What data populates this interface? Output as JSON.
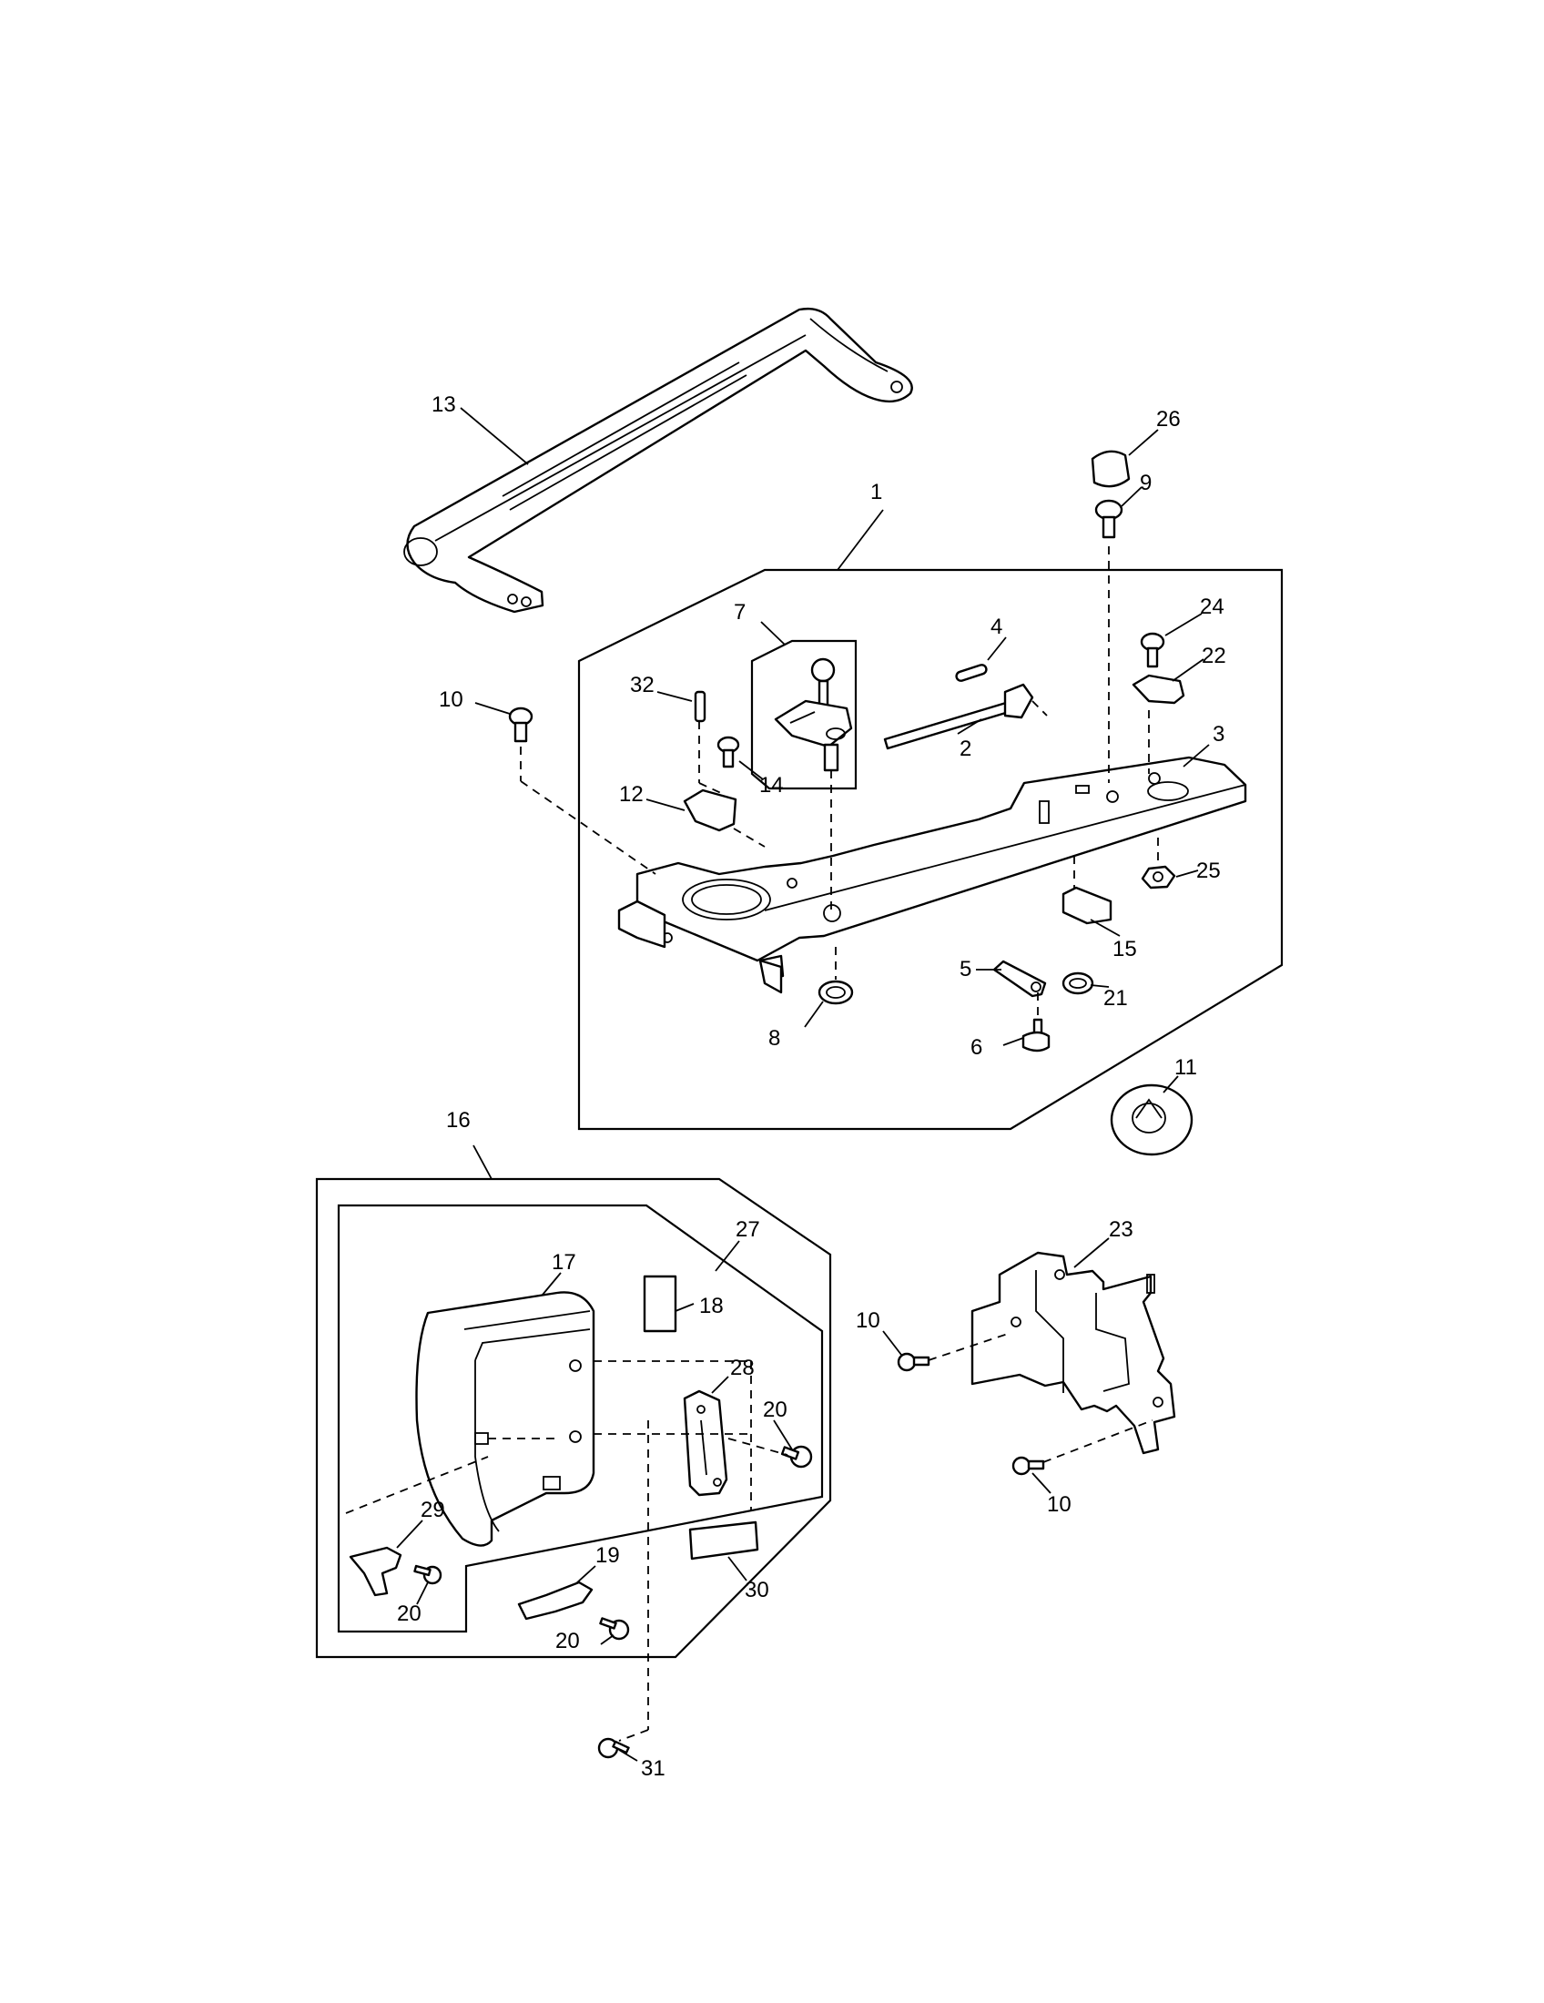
{
  "callouts": [
    {
      "id": "13",
      "text": "13"
    },
    {
      "id": "26",
      "text": "26"
    },
    {
      "id": "9",
      "text": "9"
    },
    {
      "id": "1",
      "text": "1"
    },
    {
      "id": "7",
      "text": "7"
    },
    {
      "id": "4",
      "text": "4"
    },
    {
      "id": "24",
      "text": "24"
    },
    {
      "id": "22",
      "text": "22"
    },
    {
      "id": "32",
      "text": "32"
    },
    {
      "id": "10a",
      "text": "10"
    },
    {
      "id": "2",
      "text": "2"
    },
    {
      "id": "3",
      "text": "3"
    },
    {
      "id": "14",
      "text": "14"
    },
    {
      "id": "12",
      "text": "12"
    },
    {
      "id": "25",
      "text": "25"
    },
    {
      "id": "15",
      "text": "15"
    },
    {
      "id": "5",
      "text": "5"
    },
    {
      "id": "21",
      "text": "21"
    },
    {
      "id": "8",
      "text": "8"
    },
    {
      "id": "6",
      "text": "6"
    },
    {
      "id": "11",
      "text": "11"
    },
    {
      "id": "16",
      "text": "16"
    },
    {
      "id": "27",
      "text": "27"
    },
    {
      "id": "23",
      "text": "23"
    },
    {
      "id": "17",
      "text": "17"
    },
    {
      "id": "18",
      "text": "18"
    },
    {
      "id": "10b",
      "text": "10"
    },
    {
      "id": "28",
      "text": "28"
    },
    {
      "id": "20a",
      "text": "20"
    },
    {
      "id": "10c",
      "text": "10"
    },
    {
      "id": "29",
      "text": "29"
    },
    {
      "id": "19",
      "text": "19"
    },
    {
      "id": "20b",
      "text": "20"
    },
    {
      "id": "30",
      "text": "30"
    },
    {
      "id": "20c",
      "text": "20"
    },
    {
      "id": "31",
      "text": "31"
    }
  ]
}
